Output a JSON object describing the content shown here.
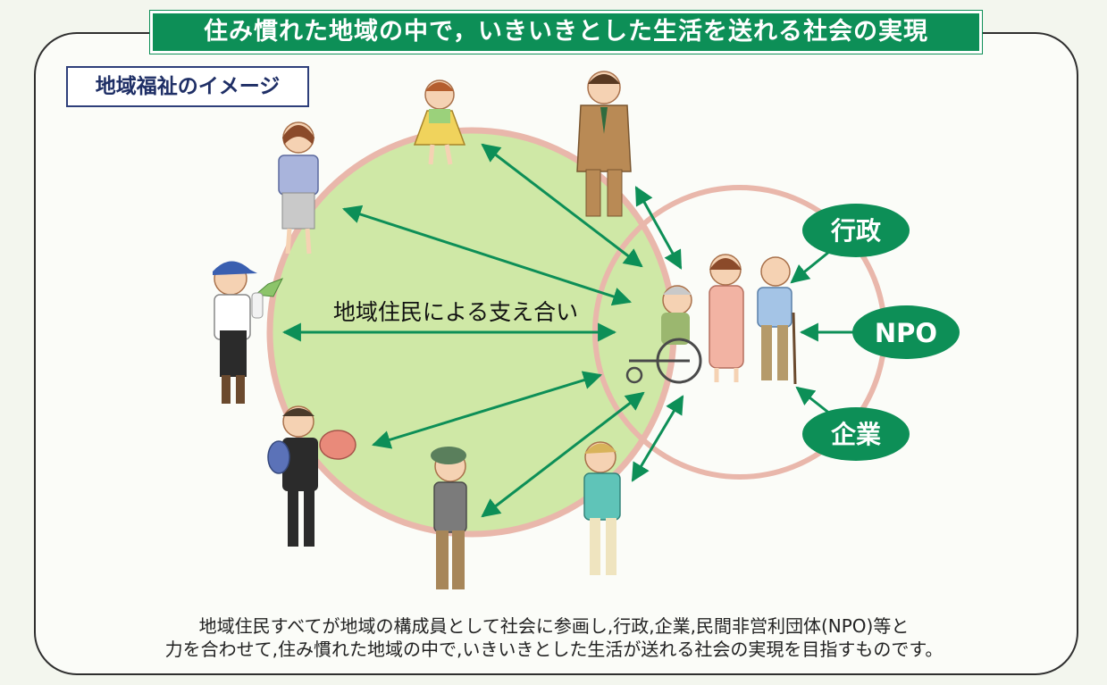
{
  "banner": {
    "title": "住み慣れた地域の中で，いきいきとした生活を送れる社会の実現"
  },
  "label": {
    "text": "地域福祉のイメージ"
  },
  "center": {
    "text": "地域住民による支え合い"
  },
  "orgs": [
    {
      "text": "行政"
    },
    {
      "text": "NPO"
    },
    {
      "text": "企業"
    }
  ],
  "footer": {
    "line1": "地域住民すべてが地域の構成員として社会に参画し,行政,企業,民間非営利団体(NPO)等と",
    "line2": "力を合わせて,住み慣れた地域の中で,いきいきとした生活が送れる社会の実現を目指すものです。"
  },
  "colors": {
    "green": "#0d8f57",
    "circle_fill": "#cfe8a6",
    "circle_ring": "#e9b7ab",
    "navy": "#1f2f66"
  },
  "icons": [
    "girl-figure-icon",
    "businessman-figure-icon",
    "woman-figure-icon",
    "farmer-figure-icon",
    "fishmonger-figure-icon",
    "elderly-man-hat-figure-icon",
    "boy-figure-icon",
    "wheelchair-elder-icon",
    "caregiver-woman-icon",
    "elderly-man-cane-icon"
  ]
}
